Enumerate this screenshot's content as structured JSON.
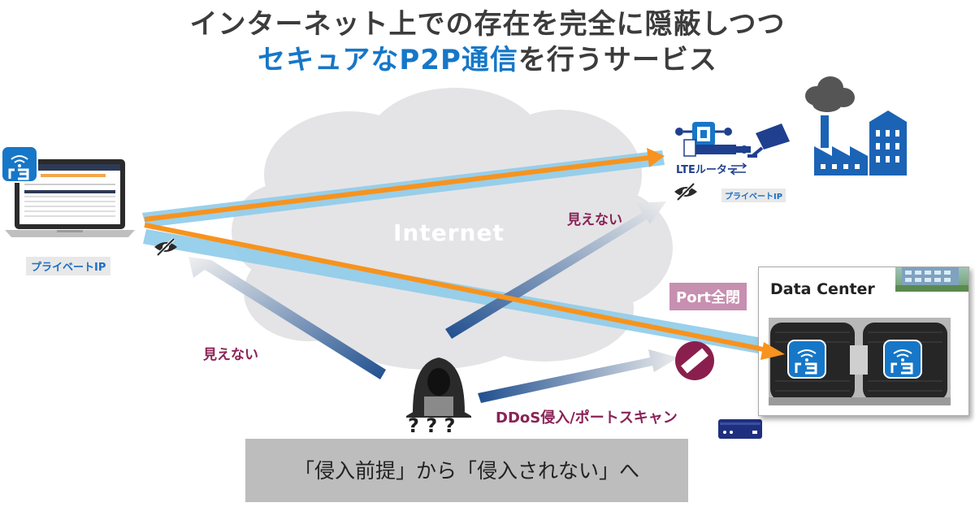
{
  "title": {
    "line1": "インターネット上での存在を完全に隠蔽しつつ",
    "line2_highlight": "セキュアなP2P通信",
    "line2_rest": "を行うサービス"
  },
  "labels": {
    "private_ip_left": "プライベートIP",
    "private_ip_right": "プライベートIP",
    "invisible_right": "見えない",
    "invisible_left": "見えない",
    "internet": "Internet",
    "port_closed": "Port全閉",
    "data_center": "Data Center",
    "lte_router": "LTEルーター",
    "ddos": "DDoS侵入/ポートスキャン",
    "question_marks": "? ? ?",
    "bottom_message": "「侵入前提」から「侵入されない」へ",
    "r3_logo": "r3"
  },
  "colors": {
    "title_text": "#3c3c3c",
    "title_highlight": "#1677c8",
    "orange_path": "#f7931e",
    "tunnel": "#8ecbea",
    "attacker_arrow": "#1f4f8f",
    "accent_text": "#8a2356",
    "port_badge": "#c78fb0",
    "cloud": "#e4e4e6",
    "factory": "#1b63b5",
    "bottom_box": "#bdbdbd"
  },
  "icons": [
    "laptop-icon",
    "r3-logo-icon",
    "eye-slash-icon",
    "cloud-icon",
    "hacker-icon",
    "lte-router-icon",
    "camera-icon",
    "factory-icon",
    "building-icon",
    "server-rack-icon",
    "no-entry-icon",
    "network-device-icon"
  ]
}
